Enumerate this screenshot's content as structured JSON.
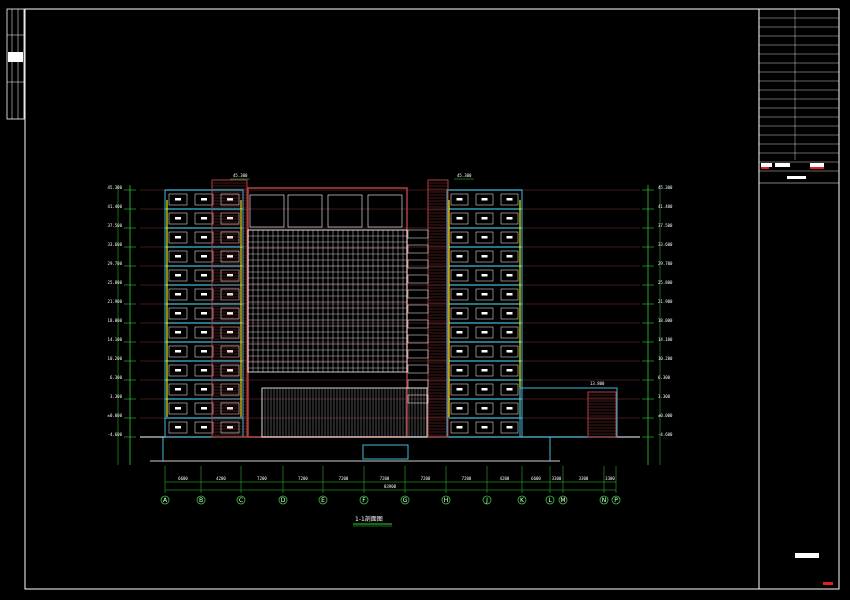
{
  "colors": {
    "background": "#000000",
    "frame": "#ffffff",
    "structure_cyan": "#3fb8d8",
    "brick_red": "#b04040",
    "dimension_green": "#33cc33",
    "window_yellow": "#e8e800",
    "axis_green": "#33cc33",
    "accent_red": "#e02020"
  },
  "drawing": {
    "title": "1-1剖面图",
    "grid_axes": [
      "A",
      "B",
      "C",
      "D",
      "E",
      "F",
      "G",
      "H",
      "J",
      "K",
      "L",
      "M",
      "N",
      "P"
    ],
    "bottom_dimensions": [
      "6600",
      "4200",
      "7200",
      "7200",
      "7200",
      "7200",
      "7200",
      "7200",
      "4200",
      "6600",
      "3300",
      "3300",
      "3300"
    ],
    "total_dimension": "83900",
    "left_levels": [
      "45.300",
      "41.400",
      "37.500",
      "33.600",
      "29.700",
      "25.800",
      "21.900",
      "18.000",
      "14.100",
      "10.200",
      "6.300",
      "3.300",
      "±0.000",
      "-4.600"
    ],
    "right_levels": [
      "45.300",
      "41.400",
      "37.500",
      "33.600",
      "29.700",
      "25.800",
      "21.900",
      "18.000",
      "14.100",
      "10.200",
      "6.300",
      "3.300",
      "±0.000",
      "-4.600"
    ],
    "top_marks": [
      "45.300",
      "45.300",
      "13.800"
    ]
  },
  "title_block": {
    "rows": 18
  }
}
